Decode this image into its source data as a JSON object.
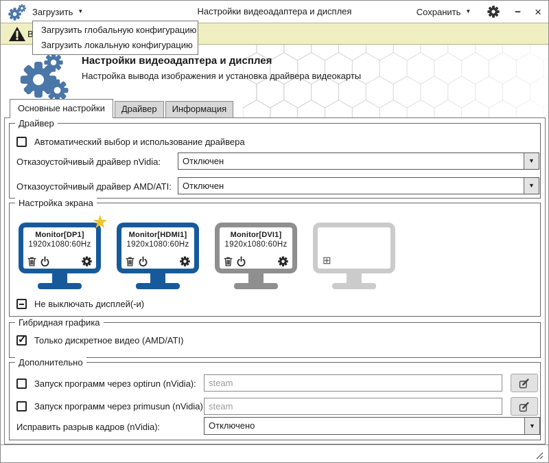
{
  "titlebar": {
    "load_label": "Загрузить",
    "title": "Настройки видеоадаптера и дисплея",
    "save_label": "Сохранить"
  },
  "load_menu": {
    "items": [
      "Загрузить глобальную конфигурацию",
      "Загрузить локальную конфигурацию"
    ]
  },
  "warning_bar": {
    "visible_text": "В"
  },
  "header": {
    "title": "Настройки видеоадаптера и дисплея",
    "subtitle": "Настройка вывода изображения и установка драйвера видеокарты"
  },
  "tabs": {
    "main": "Основные настройки",
    "driver": "Драйвер",
    "info": "Информация"
  },
  "driver_group": {
    "title": "Драйвер",
    "auto_driver_label": "Автоматический выбор и использование драйвера",
    "nvidia_failsafe_label": "Отказоустойчивый драйвер nVidia:",
    "nvidia_failsafe_value": "Отключен",
    "amd_failsafe_label": "Отказоустойчивый драйвер AMD/ATI:",
    "amd_failsafe_value": "Отключен"
  },
  "screen_group": {
    "title": "Настройка экрана",
    "monitors": [
      {
        "name": "Monitor[DP1]",
        "resolution": "1920x1080:60Hz",
        "primary": true
      },
      {
        "name": "Monitor[HDMI1]",
        "resolution": "1920x1080:60Hz",
        "primary": false
      },
      {
        "name": "Monitor[DVI1]",
        "resolution": "1920x1080:60Hz",
        "primary": false
      }
    ],
    "keep_on_label": "Не выключать дисплей(-и)"
  },
  "hybrid_group": {
    "title": "Гибридная графика",
    "discrete_only_label": "Только дискретное видео (AMD/ATI)"
  },
  "extra_group": {
    "title": "Дополнительно",
    "optirun_label": "Запуск программ через optirun (nVidia):",
    "optirun_placeholder": "steam",
    "primusrun_label": "Запуск программ через primusun (nVidia):",
    "primusrun_placeholder": "steam",
    "tearing_label": "Исправить разрыв кадров (nVidia):",
    "tearing_value": "Отключено"
  },
  "icons": {
    "dropdown_caret": "▼",
    "minimize": "−",
    "close": "×",
    "star": "★",
    "add_monitor": "⊞",
    "check": "✓"
  },
  "colors": {
    "accent_blue": "#175a9c",
    "gear_blue": "#4a76a8",
    "warning_bg": "#f0efc2",
    "star_yellow": "#f1c232",
    "monitor_gray": "#8f8f8f",
    "monitor_light_gray": "#cbcbcb"
  }
}
